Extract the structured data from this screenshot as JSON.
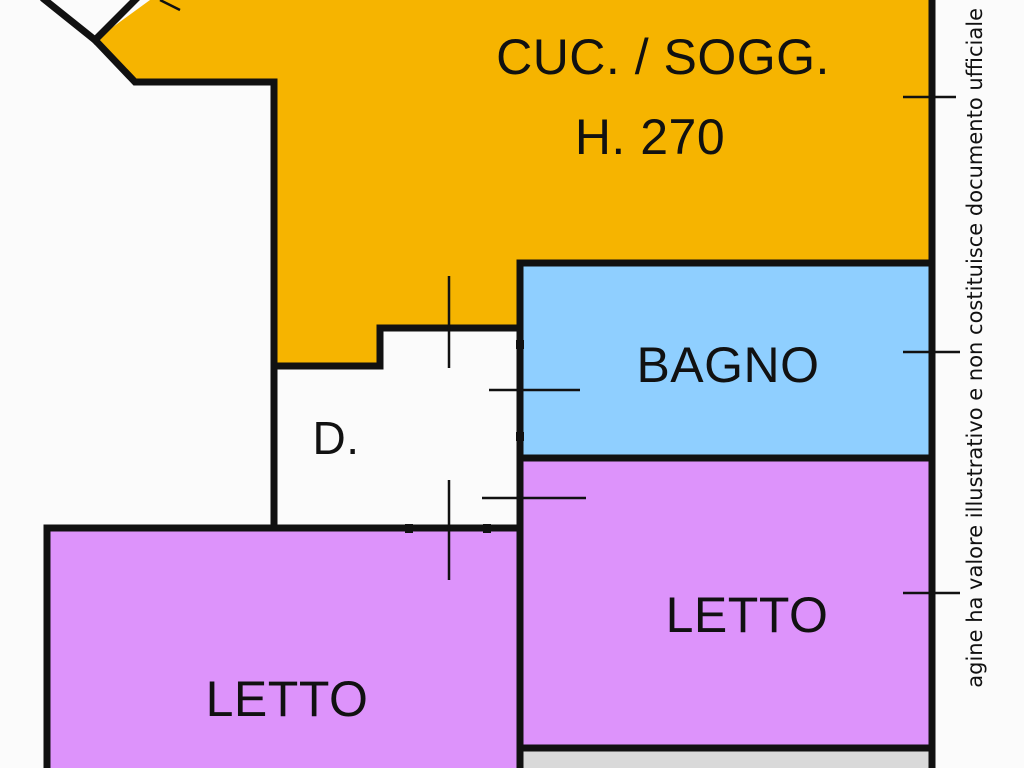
{
  "colors": {
    "kitchen": "#f6b400",
    "bathroom": "#8fcfff",
    "bedroom": "#dd93fb",
    "corridor": "#fbfbfb",
    "next_unit": "#d9d9d9",
    "wall": "#111111"
  },
  "rooms": {
    "kitchen_label": "CUC. / SOGG.",
    "kitchen_height": "H. 270",
    "bathroom_label": "BAGNO",
    "corridor_label": "D.",
    "bedroom_right_label": "LETTO",
    "bedroom_left_label": "LETTO"
  },
  "disclaimer": "agine ha valore illustrativo e non costituisce documento ufficiale"
}
